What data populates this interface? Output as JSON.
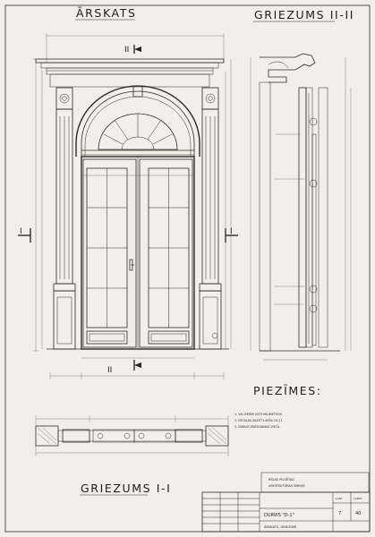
{
  "titles": {
    "elevation": "ĀRSKATS",
    "section_2": "GRIEZUMS II-II",
    "section_1": "GRIEZUMS I-I",
    "notes": "PIEZĪMES:"
  },
  "markers": {
    "cut_2_top": "II",
    "cut_2_bottom": "II",
    "cut_1_left": "I",
    "cut_1_right": "I"
  },
  "notes": [
    "1. VAI IZMĒRI DOTI MILIMETROS.",
    "2. DETAĻAS SKATĪT LAPĀS 10-17.",
    "3. DURVIS KRĀSOJAMAS VIETĀ."
  ],
  "title_block": {
    "org_lines": [
      "RĪGAS PILSĒTAS",
      "ARHITEKTŪRAS BIROJS"
    ],
    "drawing": "DURVIS \"D-1\"",
    "sub": "ĀRSKATS, GRIEZUMI",
    "sheet_label": "LAPA",
    "sheet_no": "7",
    "sheets_label": "LAPAS",
    "sheets_total": "40"
  }
}
